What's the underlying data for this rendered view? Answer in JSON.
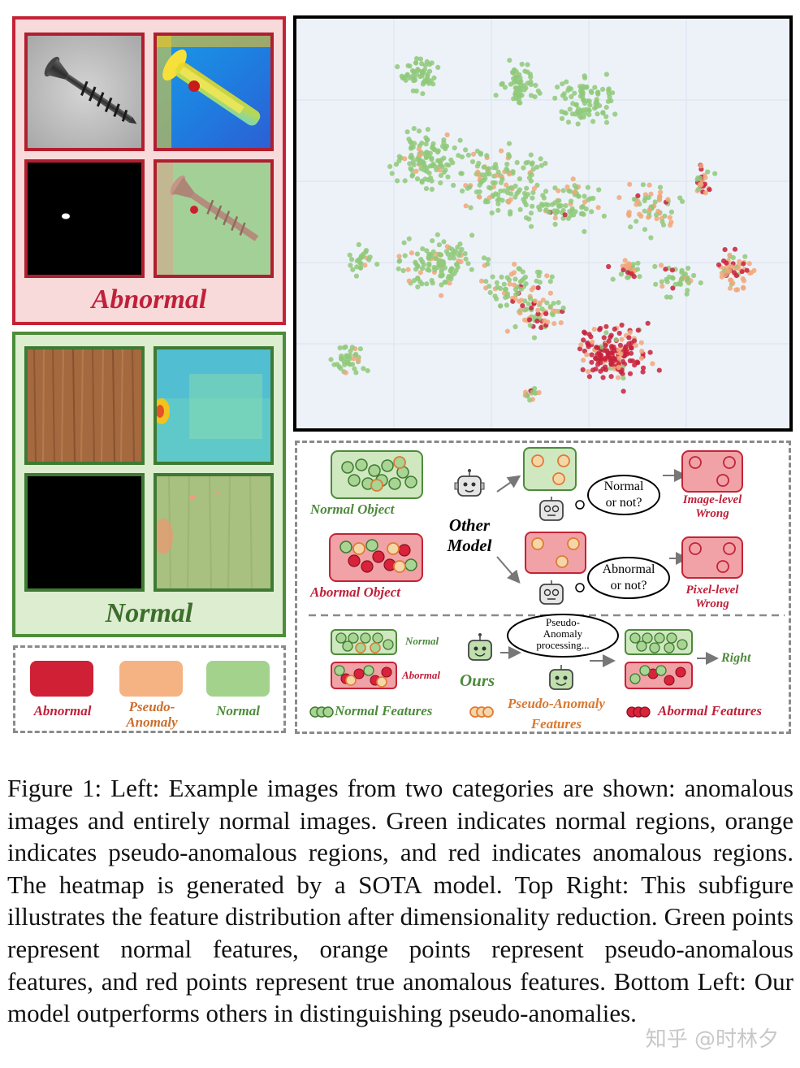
{
  "left_panels": {
    "abnormal_label": "Abnormal",
    "normal_label": "Normal"
  },
  "legend": {
    "abnormal": "Abnormal",
    "pseudo_line1": "Pseudo-",
    "pseudo_line2": "Anomaly",
    "normal": "Normal",
    "colors": {
      "abnormal": "#cf2035",
      "pseudo": "#f5b383",
      "normal": "#a2d28c"
    }
  },
  "scatter": {
    "colors": {
      "normal": "#8fc97a",
      "pseudo": "#f1a77a",
      "anomalous": "#c8213a"
    }
  },
  "diagram": {
    "normal_object": "Normal Object",
    "abnormal_object": "Abormal Object",
    "other_model_line1": "Other",
    "other_model_line2": "Model",
    "bubble1_line1": "Normal",
    "bubble1_line2": "or not?",
    "bubble2_line1": "Abnormal",
    "bubble2_line2": "or not?",
    "image_wrong_line1": "Image-level",
    "image_wrong_line2": "Wrong",
    "pixel_wrong_line1": "Pixel-level",
    "pixel_wrong_line2": "Wrong",
    "ours": "Ours",
    "normal_small": "Normal",
    "abnormal_small": "Abormal",
    "bubble3_line1": "Pseudo-",
    "bubble3_line2": "Anomaly",
    "bubble3_line3": "processing...",
    "right": "Right",
    "normal_features": "Normal Features",
    "pseudo_features_line1": "Pseudo-Anomaly",
    "pseudo_features_line2": "Features",
    "abnormal_features": "Abormal Features"
  },
  "caption": "Figure 1: Left: Example images from two categories are shown: anomalous images and entirely normal images. Green indicates normal regions, orange indicates pseudo-anomalous regions, and red indicates anomalous regions. The heatmap is generated by a SOTA model. Top Right: This subfigure illustrates the feature distribution after dimensionality reduction. Green points represent normal features, orange points represent pseudo-anomalous features, and red points represent true anomalous features. Bottom Left: Our model outperforms others in distinguishing pseudo-anomalies.",
  "watermark": "知乎 @时林夕"
}
